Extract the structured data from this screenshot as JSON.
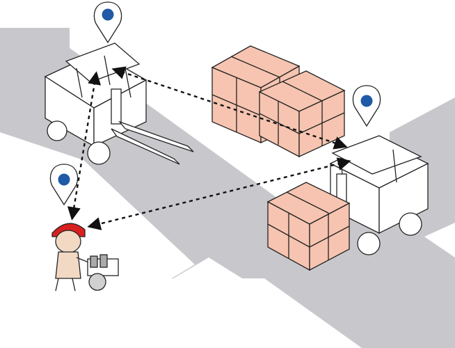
{
  "colors": {
    "road": "#c8c8cc",
    "ground": "#ffffff",
    "outline": "#222222",
    "vehicle_fill": "#ffffff",
    "cargo_box": "#f6c4b0",
    "location_pin_dot": "#1f5aa6",
    "worker_helmet": "#d92020",
    "worker_skin": "#f1d9c4",
    "link_line": "#111111"
  },
  "icons": {
    "location_pin": "map-pin-icon",
    "forklift": "forklift-icon",
    "worker": "worker-icon",
    "cargo": "stacked-boxes-icon"
  },
  "nodes": [
    "forklift-left",
    "forklift-right",
    "worker",
    "stacked-boxes"
  ],
  "links": [
    {
      "from": "forklift-left",
      "to": "forklift-right",
      "style": "dashed",
      "arrows": "both"
    },
    {
      "from": "forklift-left",
      "to": "worker",
      "style": "dashed",
      "arrows": "both"
    },
    {
      "from": "forklift-right",
      "to": "worker",
      "style": "dashed",
      "arrows": "both"
    }
  ]
}
